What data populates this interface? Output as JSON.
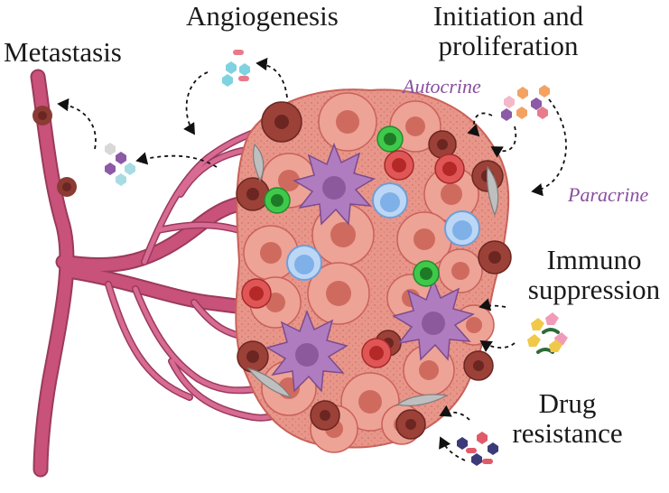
{
  "labels": {
    "metastasis": "Metastasis",
    "angiogenesis": "Angiogenesis",
    "initiation_line1": "Initiation and",
    "initiation_line2": "proliferation",
    "autocrine": "Autocrine",
    "paracrine": "Paracrine",
    "immuno_line1": "Immuno",
    "immuno_line2": "suppression",
    "drug_line1": "Drug",
    "drug_line2": "resistance"
  },
  "colors": {
    "vessel": "#c8527a",
    "vessel_dark": "#9b3a5c",
    "tumor_cell": "#e8968a",
    "tumor_cell_dark": "#c9615a",
    "tumor_nucleus": "#cf6b5e",
    "dark_cell": "#8c3a34",
    "macrophage": "#b07cc0",
    "t_cell_green": "#3ec94a",
    "t_cell_blue": "#7fb0e8",
    "red_cell": "#d63b3b",
    "fibroblast": "#bfbfbf",
    "label_purple": "#8a4f9e"
  },
  "icons": [
    "blood-vessel",
    "tumor-cell",
    "macrophage",
    "t-cell",
    "fibroblast",
    "cytokine",
    "drug-molecule",
    "dashed-arrow"
  ]
}
